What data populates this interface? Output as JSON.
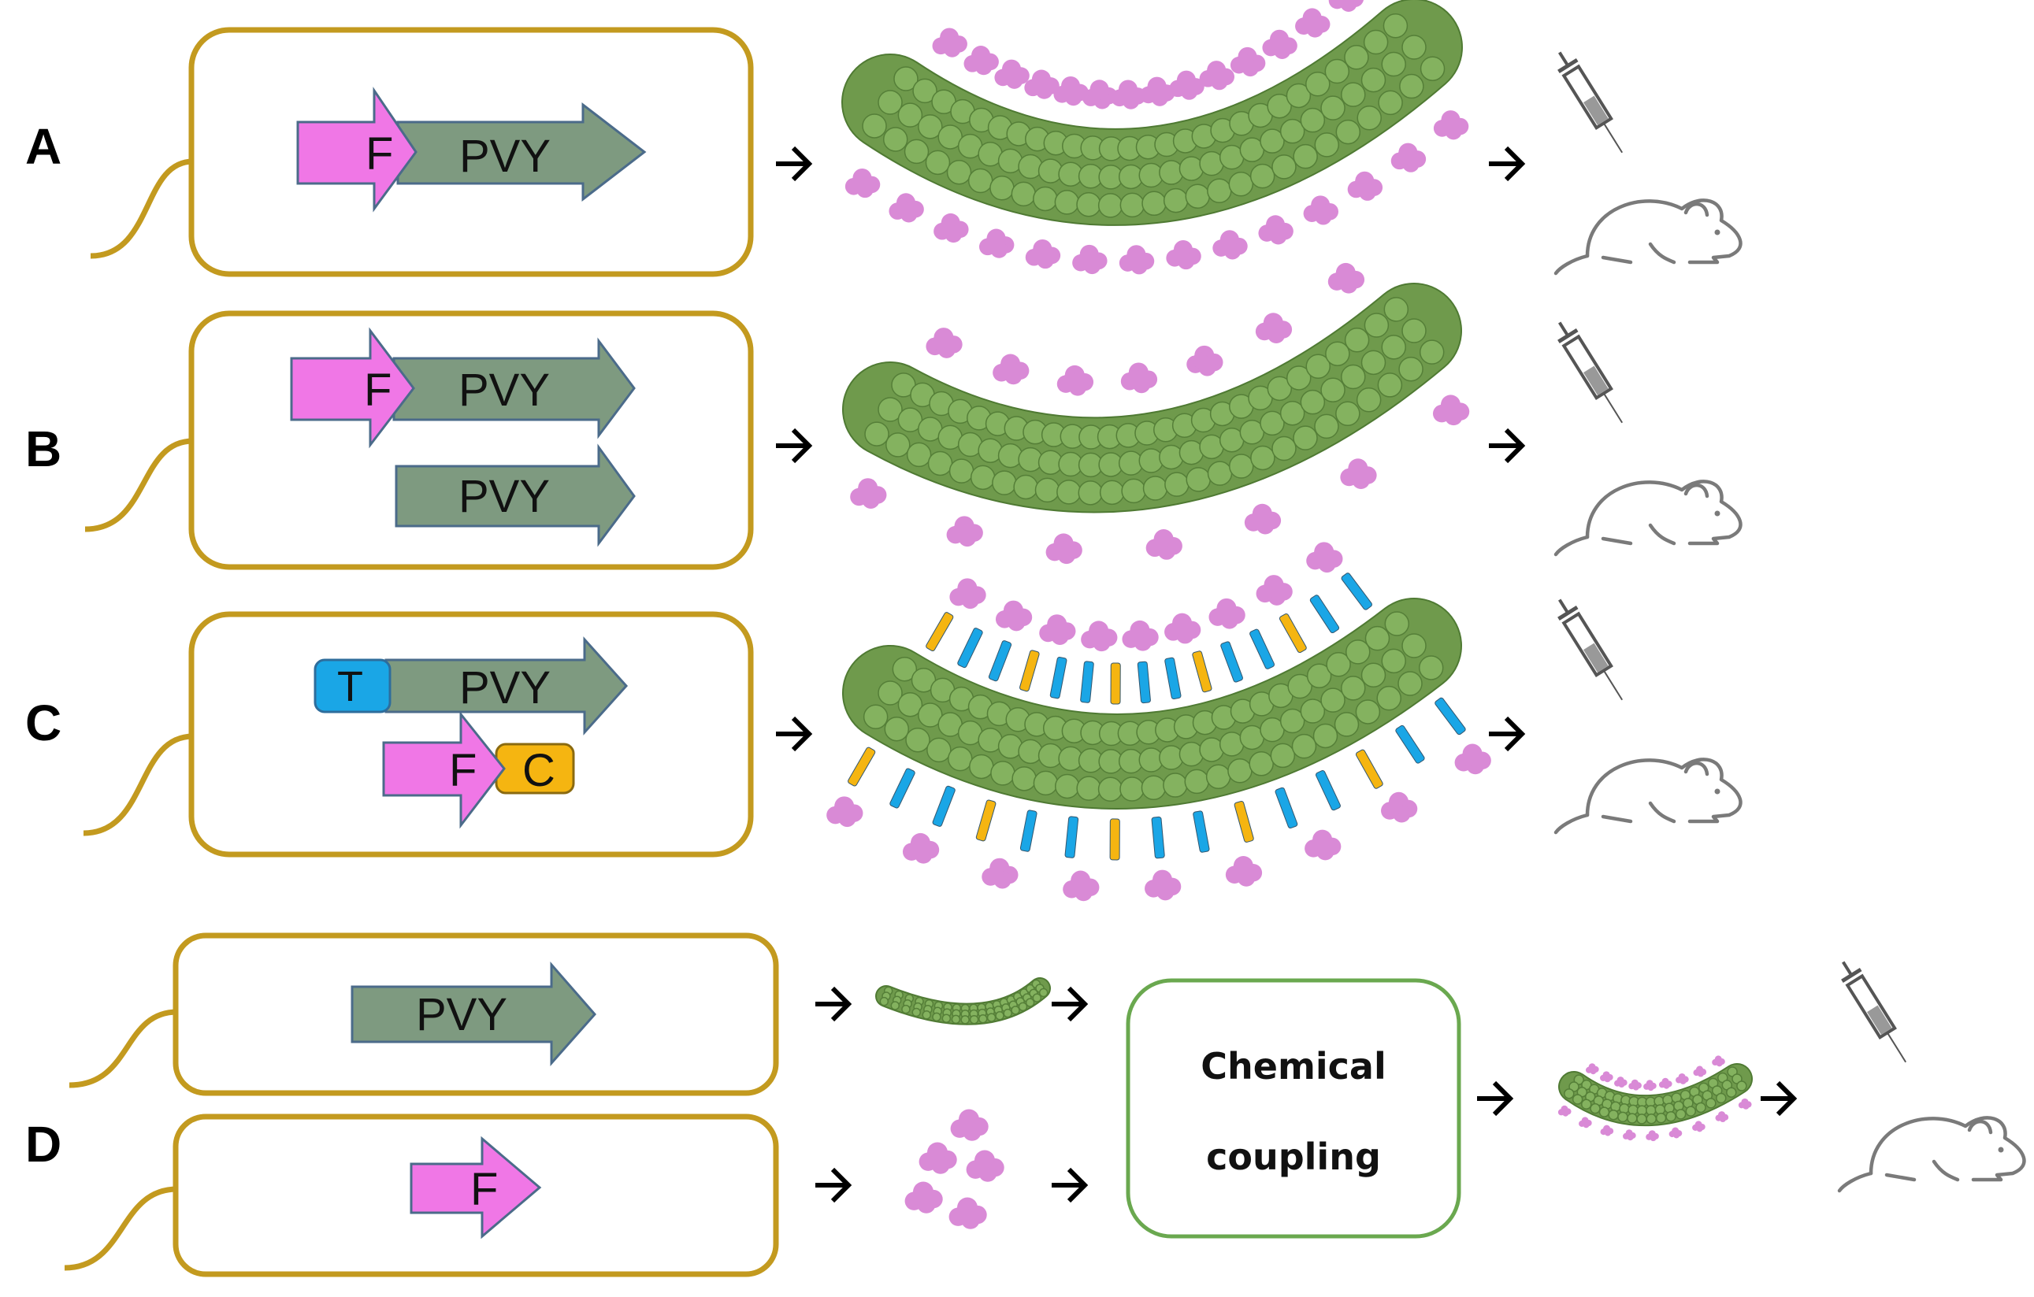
{
  "rows": [
    {
      "letter": "A",
      "constructs": [
        {
          "fusion": "F",
          "gene": "PVY"
        }
      ]
    },
    {
      "letter": "B",
      "constructs": [
        {
          "fusion": "F",
          "gene": "PVY"
        },
        {
          "gene": "PVY"
        }
      ]
    },
    {
      "letter": "C",
      "constructs": [
        {
          "tag": "T",
          "gene": "PVY"
        },
        {
          "fusion": "F",
          "tag": "C"
        }
      ]
    },
    {
      "letter": "D",
      "constructs": [
        {
          "gene": "PVY"
        },
        {
          "fusion": "F"
        }
      ]
    }
  ],
  "chemical_coupling": {
    "line1": "Chemical",
    "line2": "coupling"
  },
  "colors": {
    "vector_box": "#c39a1f",
    "pvy_arrow": "#7e9a80",
    "f_arrow": "#f077e6",
    "t_tag": "#1aa6e6",
    "c_tag": "#f5b511",
    "particle": "#6f9a4c",
    "epitope": "#d98ad6",
    "coupling_box": "#6aa84f",
    "mouse": "#7a7a7a"
  },
  "icons": [
    "arrow-right-icon",
    "syringe-icon",
    "mouse-icon",
    "epitope-cluster-icon",
    "virus-particle-icon"
  ]
}
